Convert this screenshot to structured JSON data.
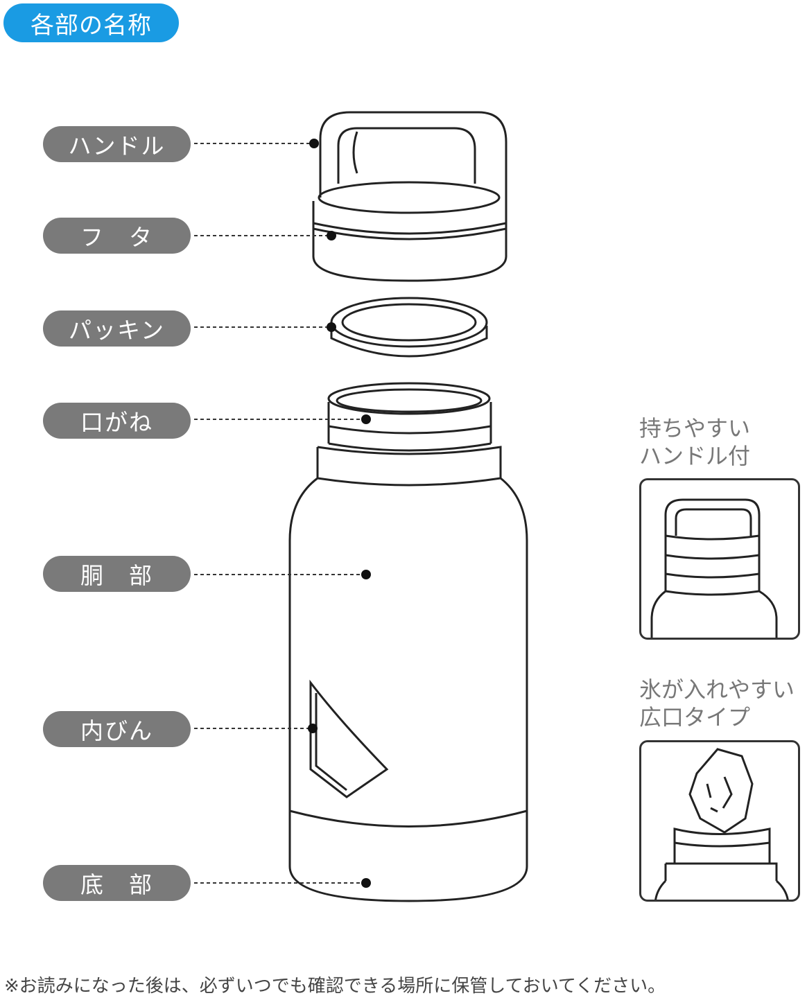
{
  "title": "各部の名称",
  "parts": [
    {
      "label": "ハンドル"
    },
    {
      "label": "フ　タ"
    },
    {
      "label": "パッキン"
    },
    {
      "label": "口がね"
    },
    {
      "label": "胴　部"
    },
    {
      "label": "内びん"
    },
    {
      "label": "底　部"
    }
  ],
  "features": [
    {
      "line1": "持ちやすい",
      "line2": "ハンドル付"
    },
    {
      "line1": "氷が入れやすい",
      "line2": "広口タイプ"
    }
  ],
  "note": "※お読みになった後は、必ずいつでも確認できる場所に保管しておいてください。",
  "colors": {
    "title_bg": "#1a9be3",
    "label_bg": "#7a7a7a"
  }
}
